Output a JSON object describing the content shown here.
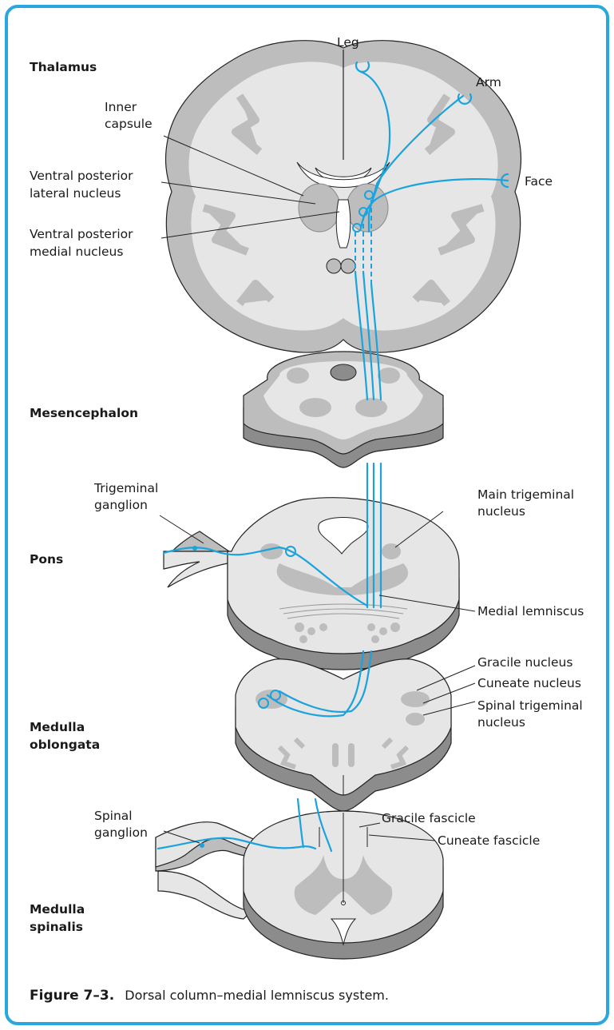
{
  "colors": {
    "frame": "#29a8df",
    "pathway": "#1aa3dd",
    "tissue_light": "#e6e6e6",
    "tissue_mid": "#bdbdbd",
    "tissue_dark": "#8c8c8c",
    "outline": "#222222"
  },
  "sections": {
    "thalamus": "Thalamus",
    "mesencephalon": "Mesencephalon",
    "pons": "Pons",
    "medulla_1": "Medulla",
    "medulla_2": "oblongata",
    "spinal_1": "Medulla",
    "spinal_2": "spinalis"
  },
  "labels": {
    "leg": "Leg",
    "arm": "Arm",
    "face": "Face",
    "inner_capsule_1": "Inner",
    "inner_capsule_2": "capsule",
    "vpl_1": "Ventral posterior",
    "vpl_2": "lateral nucleus",
    "vpm_1": "Ventral posterior",
    "vpm_2": "medial nucleus",
    "trig_ganglion_1": "Trigeminal",
    "trig_ganglion_2": "ganglion",
    "main_trig_1": "Main trigeminal",
    "main_trig_2": "nucleus",
    "medial_lemniscus": "Medial lemniscus",
    "gracile_nucleus": "Gracile nucleus",
    "cuneate_nucleus": "Cuneate nucleus",
    "spinal_trig_1": "Spinal trigeminal",
    "spinal_trig_2": "nucleus",
    "spinal_ganglion_1": "Spinal",
    "spinal_ganglion_2": "ganglion",
    "gracile_fascicle": "Gracile fascicle",
    "cuneate_fascicle": "Cuneate fascicle"
  },
  "caption": {
    "number": "Figure 7–3.",
    "text": "Dorsal column–medial lemniscus system."
  }
}
